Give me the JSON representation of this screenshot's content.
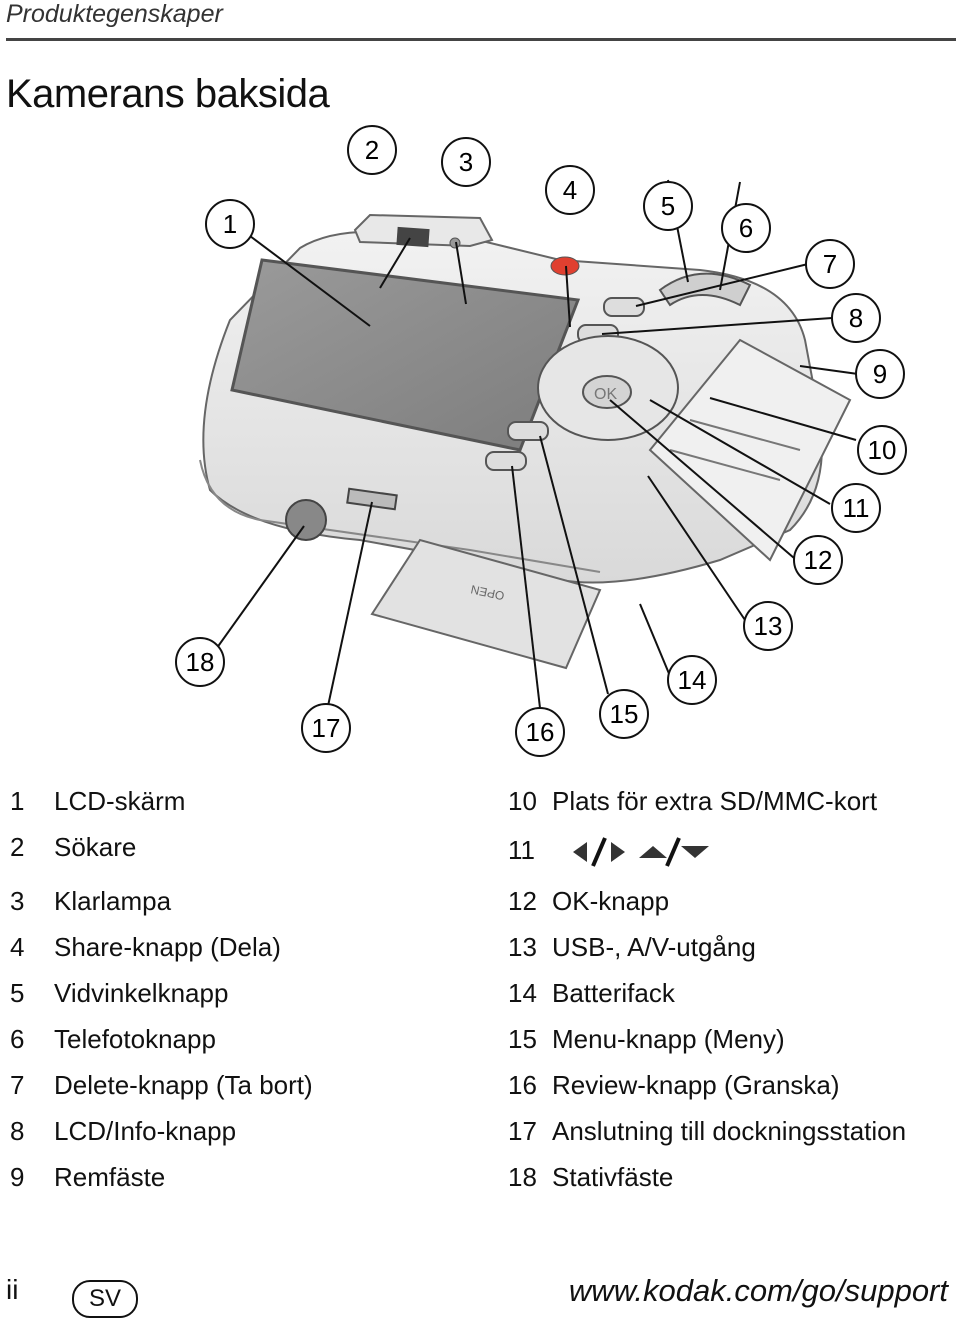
{
  "header": {
    "section": "Produktegenskaper"
  },
  "page": {
    "title": "Kamerans baksida"
  },
  "callouts": [
    "1",
    "2",
    "3",
    "4",
    "5",
    "6",
    "7",
    "8",
    "9",
    "10",
    "11",
    "12",
    "13",
    "14",
    "15",
    "16",
    "17",
    "18"
  ],
  "camera": {
    "battery_door_text": "OPEN",
    "ok_label": "OK"
  },
  "legend": [
    {
      "num": "1",
      "text": "LCD-skärm"
    },
    {
      "num": "2",
      "text": "Sökare"
    },
    {
      "num": "3",
      "text": "Klarlampa"
    },
    {
      "num": "4",
      "text": "Share-knapp (Dela)"
    },
    {
      "num": "5",
      "text": "Vidvinkelknapp"
    },
    {
      "num": "6",
      "text": "Telefotoknapp"
    },
    {
      "num": "7",
      "text": "Delete-knapp (Ta bort)"
    },
    {
      "num": "8",
      "text": "LCD/Info-knapp"
    },
    {
      "num": "9",
      "text": "Remfäste"
    },
    {
      "num": "10",
      "text": "Plats för extra SD/MMC-kort"
    },
    {
      "num": "11",
      "text": ""
    },
    {
      "num": "12",
      "text": "OK-knapp"
    },
    {
      "num": "13",
      "text": "USB-, A/V-utgång"
    },
    {
      "num": "14",
      "text": "Batterifack"
    },
    {
      "num": "15",
      "text": "Menu-knapp (Meny)"
    },
    {
      "num": "16",
      "text": "Review-knapp (Granska)"
    },
    {
      "num": "17",
      "text": "Anslutning till dockningsstation"
    },
    {
      "num": "18",
      "text": "Stativfäste"
    }
  ],
  "legend_11_icons": [
    "left-right-arrows-icon",
    "up-down-arrows-icon"
  ],
  "footer": {
    "page_number": "ii",
    "language_badge": "SV",
    "url": "www.kodak.com/go/support"
  }
}
